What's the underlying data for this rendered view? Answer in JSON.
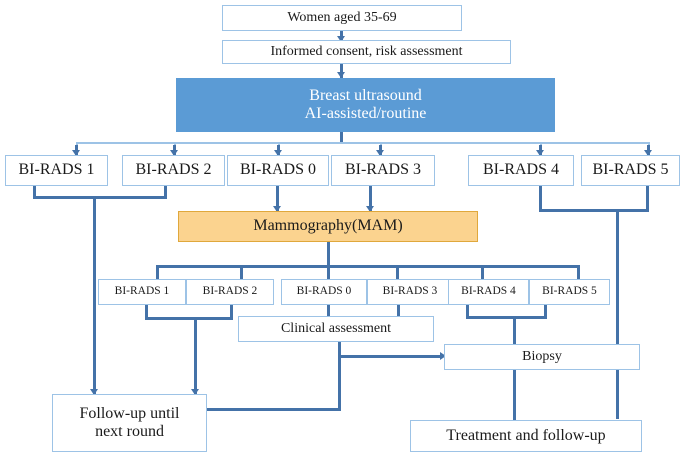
{
  "diagram": {
    "title": "Breast cancer screening pathway flowchart",
    "colors": {
      "ultrasound_fill": "#5b9bd5",
      "mammography_fill": "#fbd38f",
      "mammography_border": "#e0a83c",
      "connector": "#4472a8",
      "box_border": "#9dc3e6",
      "background": "#ffffff"
    },
    "nodes": {
      "women": "Women aged 35-69",
      "consent": "Informed consent, risk assessment",
      "ultrasound_line1": "Breast ultrasound",
      "ultrasound_line2": "AI-assisted/routine",
      "us_birads": [
        "BI-RADS 1",
        "BI-RADS 2",
        "BI-RADS 0",
        "BI-RADS 3",
        "BI-RADS 4",
        "BI-RADS 5"
      ],
      "mammography": "Mammography(MAM)",
      "mam_birads": [
        "BI-RADS 1",
        "BI-RADS 2",
        "BI-RADS 0",
        "BI-RADS 3",
        "BI-RADS 4",
        "BI-RADS 5"
      ],
      "clinical": "Clinical assessment",
      "biopsy": "Biopsy",
      "followup_line1": "Follow-up until",
      "followup_line2": "next round",
      "treatment": "Treatment and follow-up"
    }
  }
}
